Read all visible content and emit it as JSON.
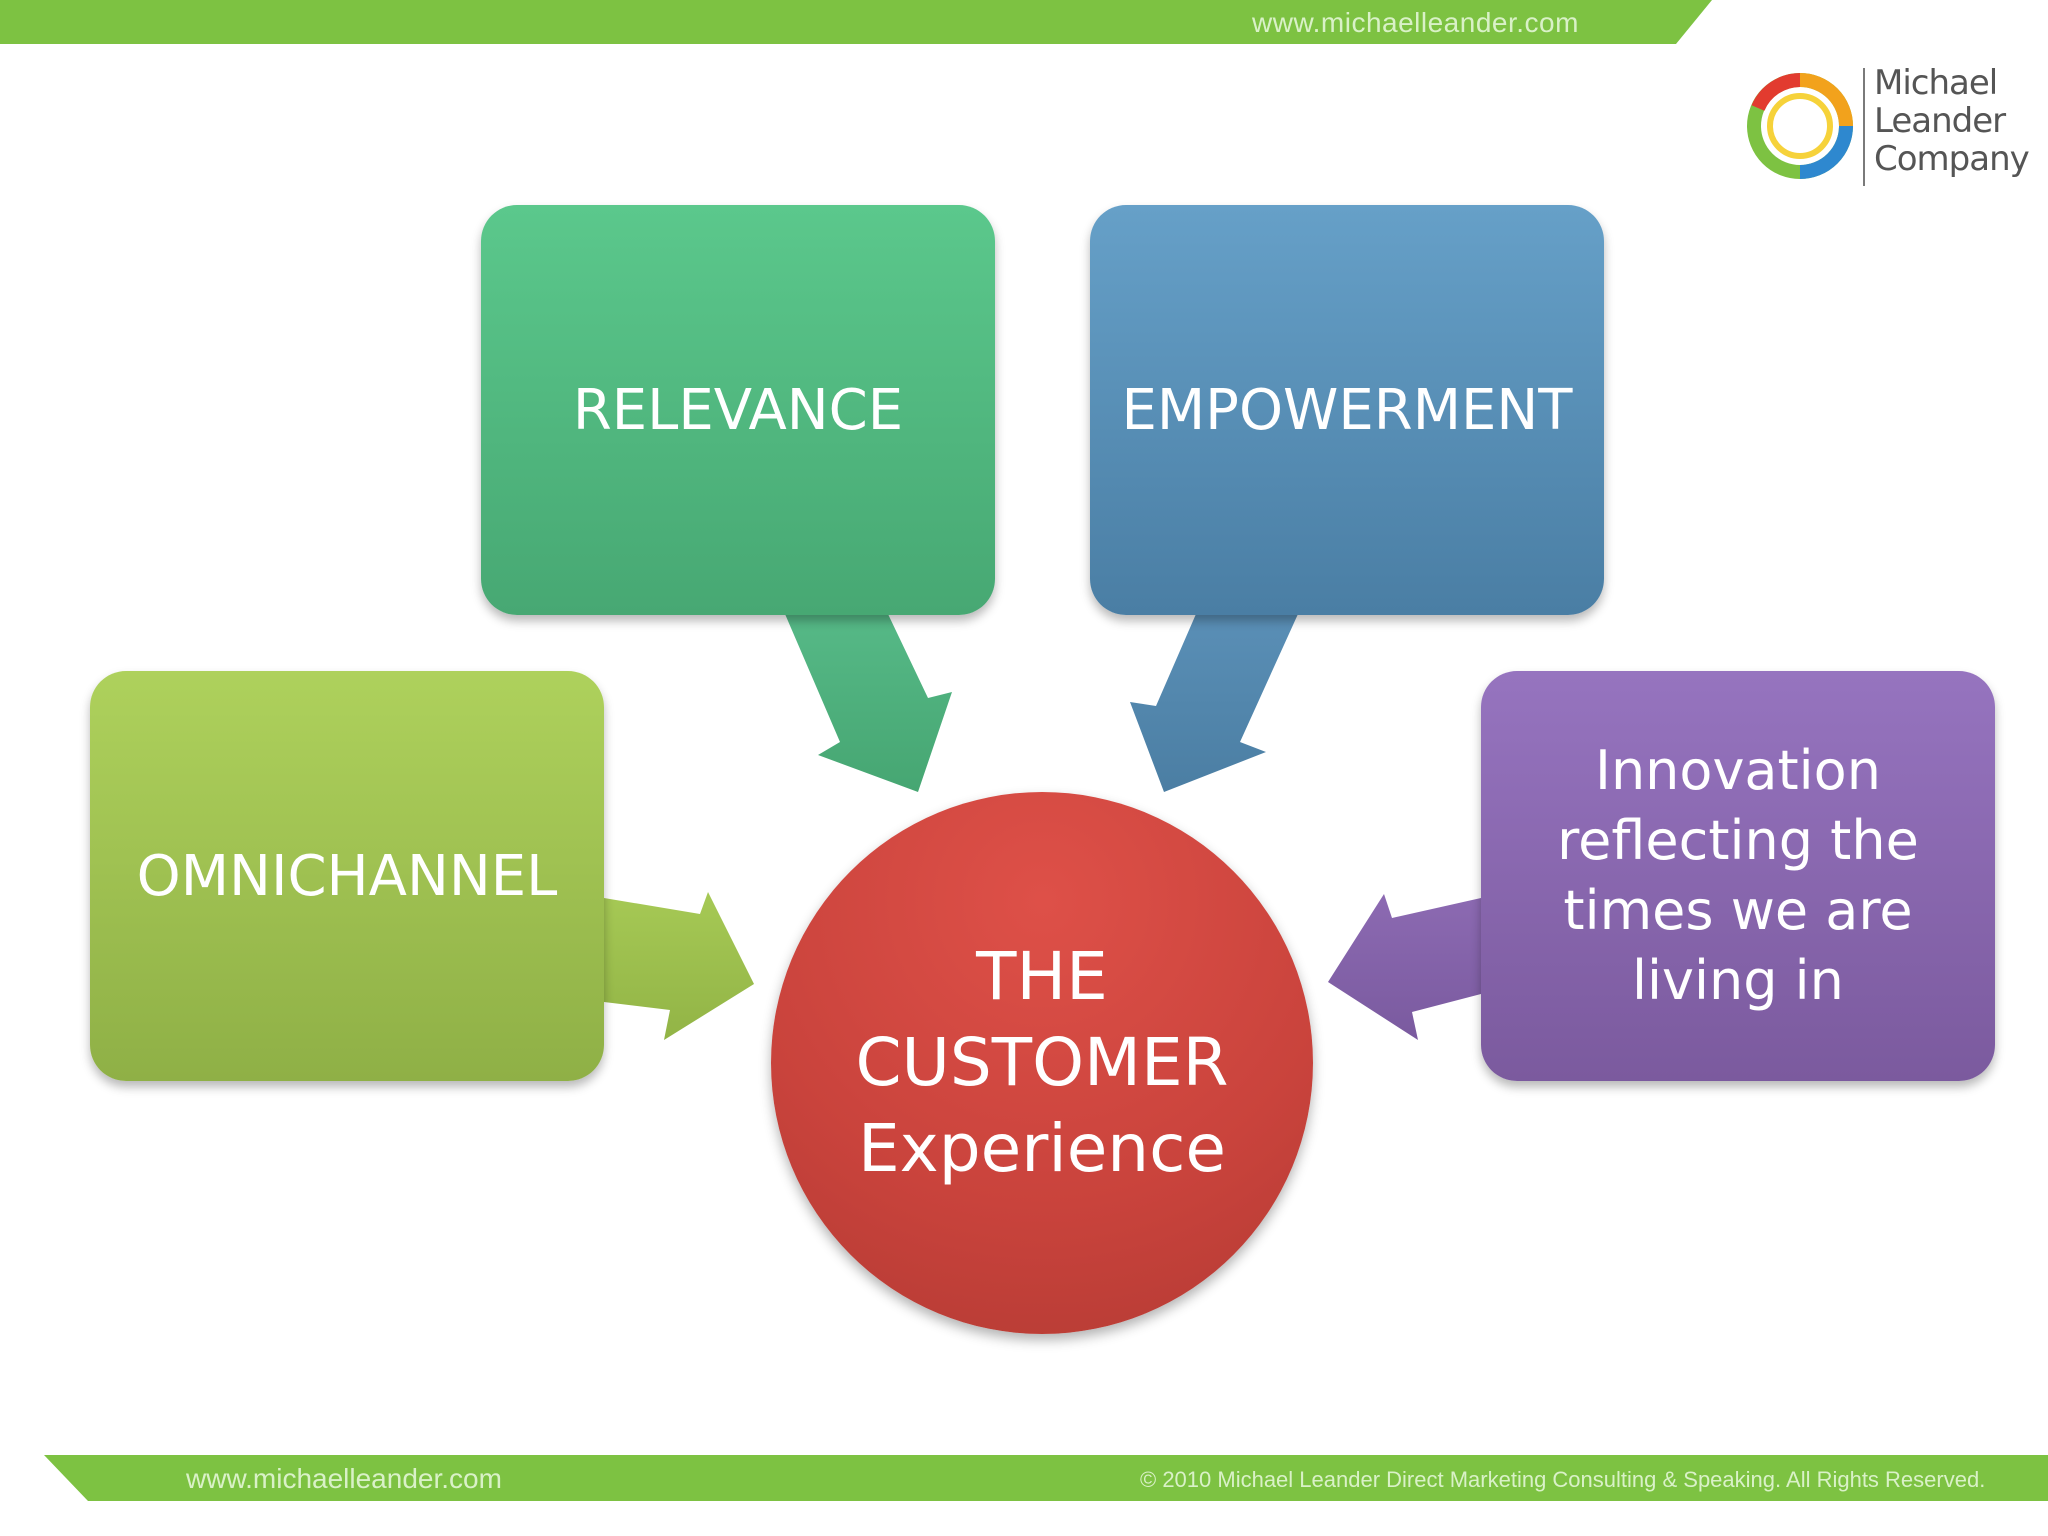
{
  "header": {
    "url": "www.michaelleander.com"
  },
  "logo": {
    "name_lines": [
      "Michael",
      "Leander",
      "Company"
    ]
  },
  "diagram": {
    "center": {
      "lines": [
        "THE",
        "CUSTOMER",
        "Experience"
      ],
      "color": "#c9433c"
    },
    "boxes": {
      "relevance": {
        "label": "RELEVANCE",
        "color": "#51b87e"
      },
      "empowerment": {
        "label": "EMPOWERMENT",
        "color": "#5a8fb6"
      },
      "omnichannel": {
        "label": "OMNICHANNEL",
        "color": "#9fc151"
      },
      "innovation": {
        "lines": [
          "Innovation",
          "reflecting the",
          "times we are",
          "living in"
        ],
        "color": "#8a67ae"
      }
    }
  },
  "footer": {
    "url": "www.michaelleander.com",
    "copyright": "© 2010 Michael Leander Direct Marketing Consulting & Speaking. All Rights Reserved."
  },
  "theme": {
    "band_green": "#7dc242"
  }
}
